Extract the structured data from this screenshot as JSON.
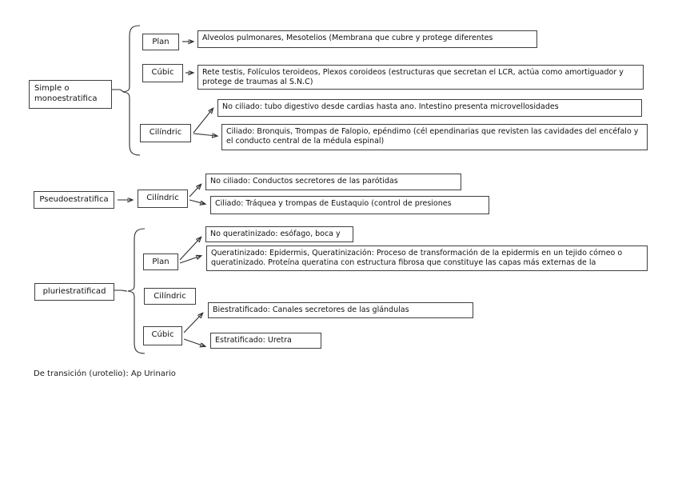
{
  "sections": {
    "simple": {
      "root_label": "Simple o\nmonoestratifica",
      "type_plan": "Plan",
      "type_cubic": "Cúbic",
      "type_cilindric": "Cilíndric",
      "leaf_alveolos": "Alveolos pulmonares, Mesotelios (Membrana que cubre y protege diferentes",
      "leaf_rete": "Rete testis, Folículos teroideos, Plexos coroideos (estructuras que secretan el LCR, actúa como amortiguador y protege de traumas al S.N.C)",
      "leaf_no_ciliado": "No ciliado: tubo digestivo desde cardias hasta ano. Intestino presenta microvellosidades",
      "leaf_ciliado": "Ciliado: Bronquis, Trompas de Falopio, epéndimo (cél ependinarias que revisten las cavidades del encéfalo y el conducto central de la médula espinal)"
    },
    "pseudo": {
      "root_label": "Pseudoestratifica",
      "type_cilindric": "Cilíndric",
      "leaf_no_ciliado": "No ciliado: Conductos secretores de las parótidas",
      "leaf_ciliado": "Ciliado: Tráquea y trompas de Eustaquio (control de presiones"
    },
    "pluri": {
      "root_label": "pluriestratificad",
      "type_plan": "Plan",
      "type_cilindric": "Cilíndric",
      "type_cubic": "Cúbic",
      "leaf_no_queratinizado": "No queratinizado: esófago, boca y",
      "leaf_queratinizado": "Queratinizado: Epidermis, Queratinización: Proceso de transformación de la epidermis en un tejido córneo o queratinizado. Proteína queratina con estructura fibrosa que constituye las capas más externas de la",
      "leaf_biestratificado": "Biestratificado: Canales secretores de las glándulas",
      "leaf_estratificado": "Estratificado: Uretra"
    }
  },
  "footer_note": "De transición (urotelio): Ap Urinario",
  "colors": {
    "line": "#2e2e2e",
    "border": "#3f3f3f",
    "text": "#111111",
    "background": "#ffffff"
  }
}
